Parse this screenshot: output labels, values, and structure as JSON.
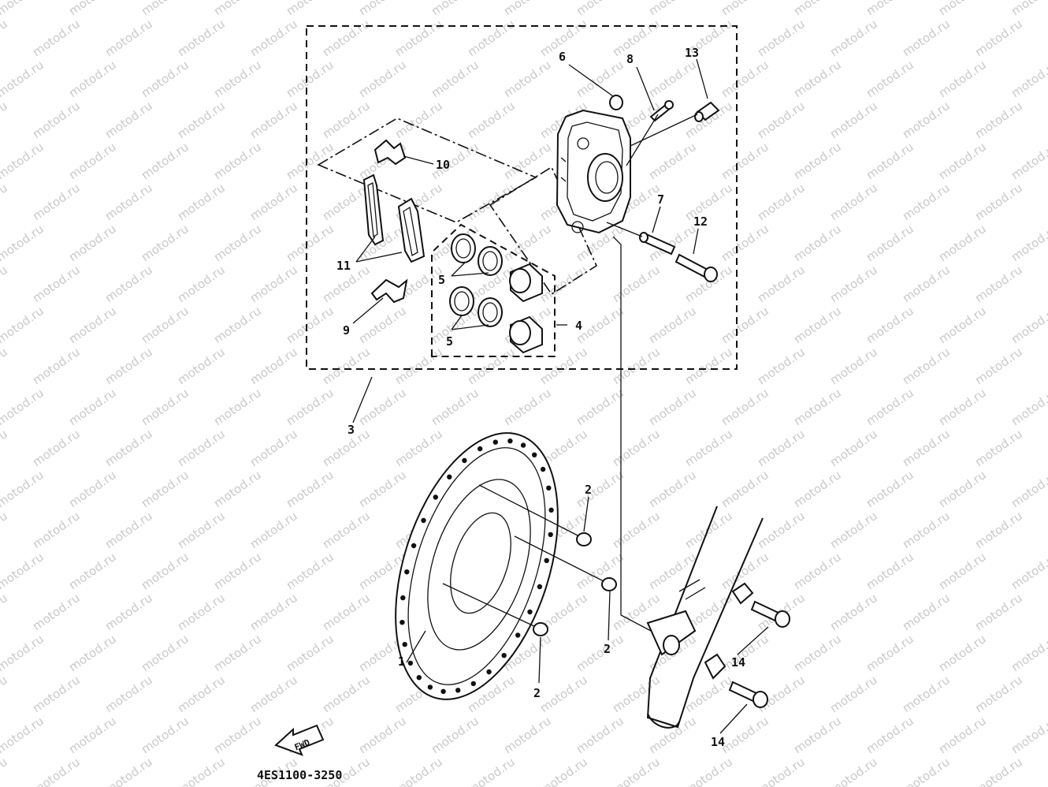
{
  "watermark": "motod.ru",
  "diagram_code": "4ES1100-3250",
  "fwd_label": "FWD",
  "callouts": {
    "c1": "1",
    "c2a": "2",
    "c2b": "2",
    "c2c": "2",
    "c3": "3",
    "c4": "4",
    "c5a": "5",
    "c5b": "5",
    "c6": "6",
    "c7": "7",
    "c8": "8",
    "c9": "9",
    "c10": "10",
    "c11": "11",
    "c12": "12",
    "c13": "13",
    "c14a": "14",
    "c14b": "14"
  }
}
